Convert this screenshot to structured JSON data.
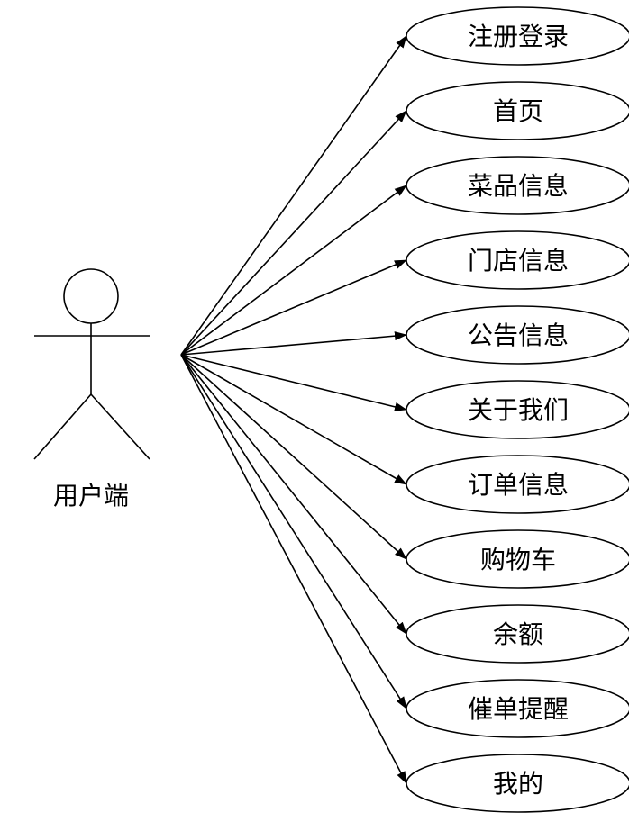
{
  "actor": {
    "label": "用户端"
  },
  "use_cases": [
    {
      "label": "注册登录"
    },
    {
      "label": "首页"
    },
    {
      "label": "菜品信息"
    },
    {
      "label": "门店信息"
    },
    {
      "label": "公告信息"
    },
    {
      "label": "关于我们"
    },
    {
      "label": "订单信息"
    },
    {
      "label": "购物车"
    },
    {
      "label": "余额"
    },
    {
      "label": "催单提醒"
    },
    {
      "label": "我的"
    }
  ],
  "colors": {
    "stroke": "#000000",
    "background": "#ffffff"
  }
}
